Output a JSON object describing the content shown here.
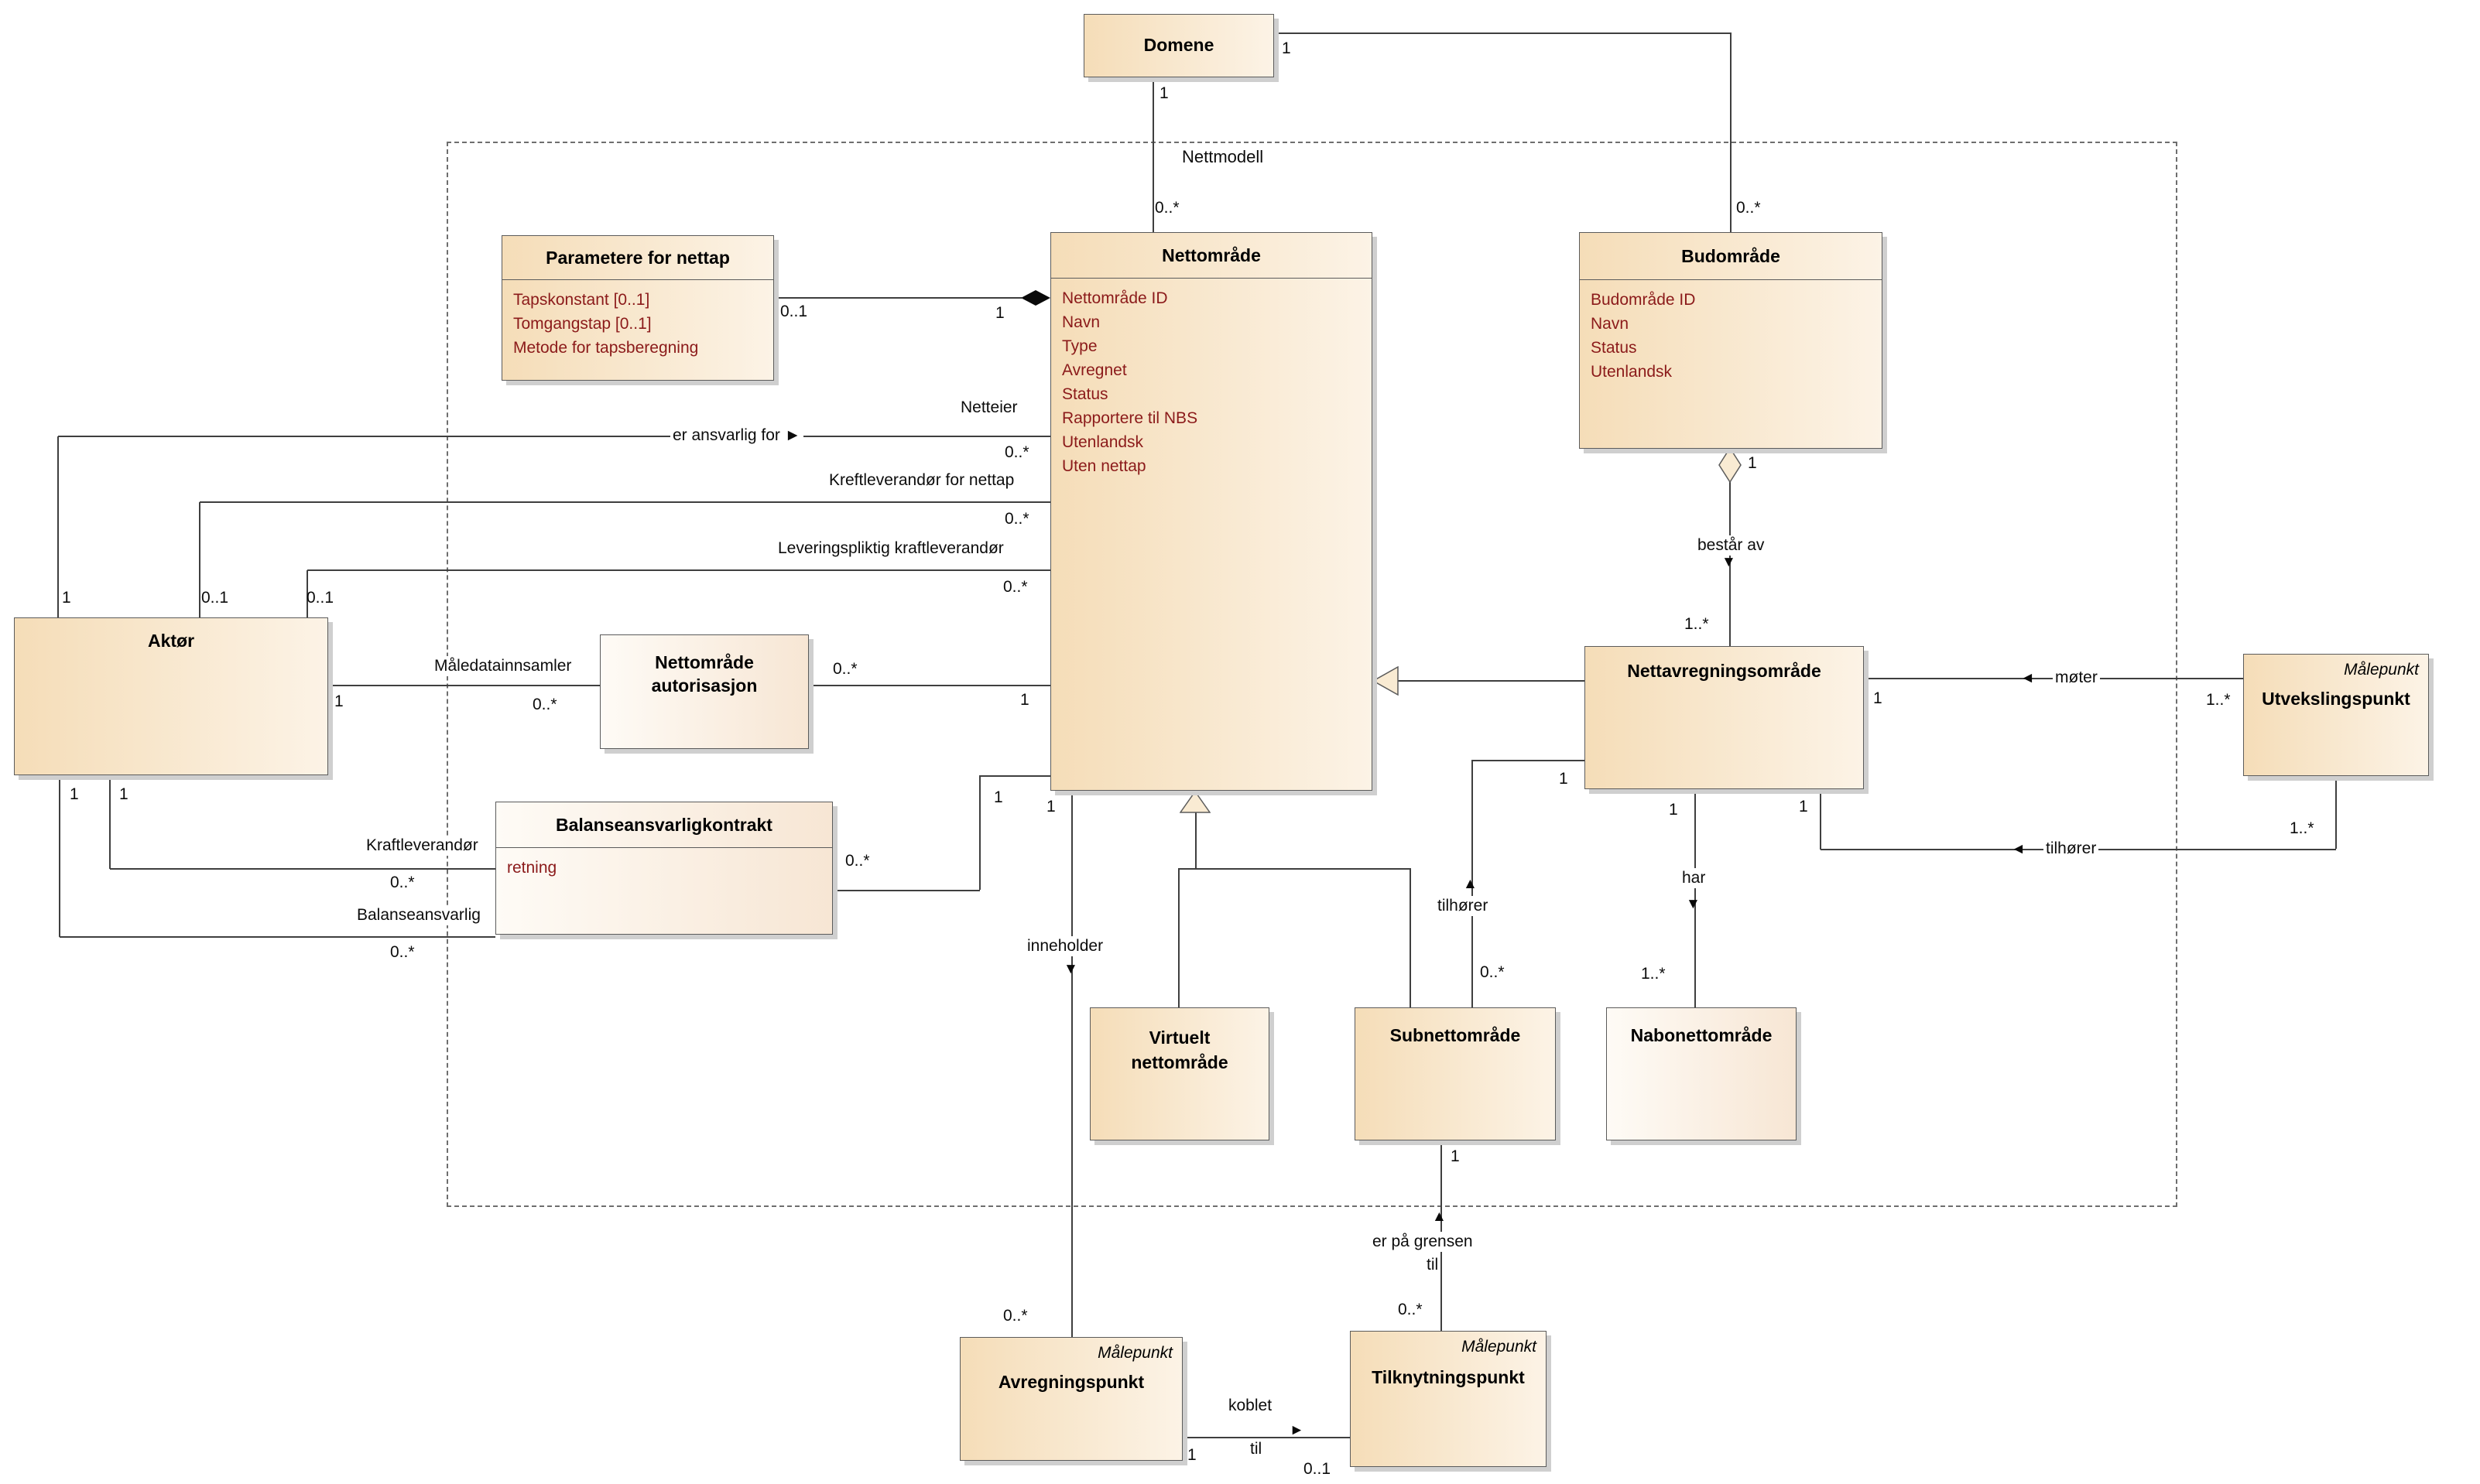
{
  "diagram": {
    "boundary_label": "Nettmodell",
    "colors": {
      "box_fill_left": "#f5ddb8",
      "box_fill_right": "#fcf3e6",
      "light_fill_left": "#fefbf6",
      "light_fill_right": "#f7e6d4",
      "attribute_text": "#8b1a1a",
      "border": "#5b5b5b",
      "line": "#3f3f3f",
      "shadow": "#cfcfcf"
    }
  },
  "classes": [
    {
      "name": "Domene"
    },
    {
      "name": "Parametere for nettap",
      "attributes": [
        "Tapskonstant [0..1]",
        "Tomgangstap [0..1]",
        "Metode for tapsberegning"
      ]
    },
    {
      "name": "Nettområde",
      "attributes": [
        "Nettområde ID",
        "Navn",
        "Type",
        "Avregnet",
        "Status",
        "Rapportere til NBS",
        "Utenlandsk",
        "Uten nettap"
      ]
    },
    {
      "name": "Budområde",
      "attributes": [
        "Budområde ID",
        "Navn",
        "Status",
        "Utenlandsk"
      ]
    },
    {
      "name": "Aktør"
    },
    {
      "name": "Nettområde autorisasjon"
    },
    {
      "name": "Balanseansvarligkontrakt",
      "attributes": [
        "retning"
      ]
    },
    {
      "name": "Nettavregningsområde"
    },
    {
      "name": "Utvekslingspunkt",
      "stereotype": "Målepunkt"
    },
    {
      "name": "Virtuelt nettområde"
    },
    {
      "name": "Subnettområde"
    },
    {
      "name": "Nabonettområde"
    },
    {
      "name": "Avregningspunkt",
      "stereotype": "Målepunkt"
    },
    {
      "name": "Tilknytningspunkt",
      "stereotype": "Målepunkt"
    }
  ],
  "labels": [
    {
      "text": "1"
    },
    {
      "text": "0..*"
    },
    {
      "text": "1"
    },
    {
      "text": "0..*"
    },
    {
      "text": "0..1"
    },
    {
      "text": "1"
    },
    {
      "text": "Netteier"
    },
    {
      "text": "er ansvarlig for ►"
    },
    {
      "text": "0..*"
    },
    {
      "text": "Kreftleverandør for nettap"
    },
    {
      "text": "0..*"
    },
    {
      "text": "Leveringspliktig kraftleverandør"
    },
    {
      "text": "0..*"
    },
    {
      "text": "1"
    },
    {
      "text": "0..1"
    },
    {
      "text": "0..1"
    },
    {
      "text": "Måledatainnsamler"
    },
    {
      "text": "1"
    },
    {
      "text": "0..*"
    },
    {
      "text": "0..*"
    },
    {
      "text": "1"
    },
    {
      "text": "1"
    },
    {
      "text": "1"
    },
    {
      "text": "Kraftleverandør"
    },
    {
      "text": "0..*"
    },
    {
      "text": "Balanseansvarlig"
    },
    {
      "text": "0..*"
    },
    {
      "text": "0..*"
    },
    {
      "text": "1"
    },
    {
      "text": "1"
    },
    {
      "text": "inneholder"
    },
    {
      "text": "0..*"
    },
    {
      "text": "Nettmodell"
    },
    {
      "text": "1"
    },
    {
      "text": "består av"
    },
    {
      "text": "1..*"
    },
    {
      "text": "1"
    },
    {
      "text": "tilhører"
    },
    {
      "text": "0..*"
    },
    {
      "text": "1"
    },
    {
      "text": "har"
    },
    {
      "text": "1..*"
    },
    {
      "text": "1"
    },
    {
      "text": "◄"
    },
    {
      "text": "tilhører"
    },
    {
      "text": "1..*"
    },
    {
      "text": "1"
    },
    {
      "text": "◄"
    },
    {
      "text": "møter"
    },
    {
      "text": "1..*"
    },
    {
      "text": "1"
    },
    {
      "text": "▲"
    },
    {
      "text": "er på grensen"
    },
    {
      "text": "til"
    },
    {
      "text": "0..*"
    },
    {
      "text": "koblet"
    },
    {
      "text": "►"
    },
    {
      "text": "til"
    },
    {
      "text": "1"
    },
    {
      "text": "0..1"
    },
    {
      "text": "▼"
    },
    {
      "text": "▼"
    },
    {
      "text": "▲"
    },
    {
      "text": "▼"
    }
  ]
}
